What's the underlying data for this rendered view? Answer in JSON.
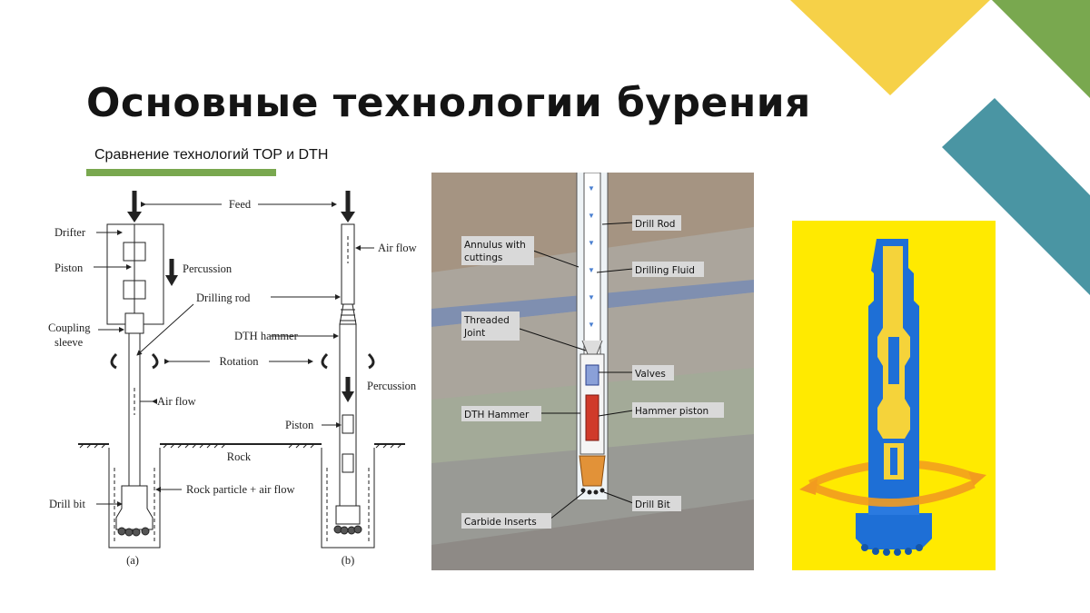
{
  "slide": {
    "title": "Основные технологии бурения",
    "subtitle": "Сравнение технологий TOP и DTH"
  },
  "colors": {
    "accent_green": "#79a84f",
    "accent_yellow": "#f6d148",
    "accent_teal": "#4a95a3",
    "panel_yellow": "#ffea00",
    "tool_blue": "#1e6fd6",
    "tool_yellow": "#f5d33a",
    "rotation_orange": "#f29b1f"
  },
  "diagram_a": {
    "feed": "Feed",
    "drifter": "Drifter",
    "piston": "Piston",
    "percussion": "Percussion",
    "drilling_rod": "Drilling rod",
    "coupling_sleeve_1": "Coupling",
    "coupling_sleeve_2": "sleeve",
    "rotation": "Rotation",
    "air_flow": "Air flow",
    "rock": "Rock",
    "drill_bit": "Drill bit",
    "rock_particle": "Rock particle + air flow",
    "caption": "(a)"
  },
  "diagram_b": {
    "air_flow": "Air flow",
    "dth_hammer": "DTH hammer",
    "percussion": "Percussion",
    "piston": "Piston",
    "caption": "(b)"
  },
  "diagram_dth": {
    "drill_rod": "Drill Rod",
    "annulus_1": "Annulus with",
    "annulus_2": "cuttings",
    "drilling_fluid": "Drilling Fluid",
    "threaded_1": "Threaded",
    "threaded_2": "Joint",
    "valves": "Valves",
    "dth_hammer": "DTH Hammer",
    "hammer_piston": "Hammer piston",
    "drill_bit": "Drill Bit",
    "carbide_inserts": "Carbide Inserts"
  }
}
